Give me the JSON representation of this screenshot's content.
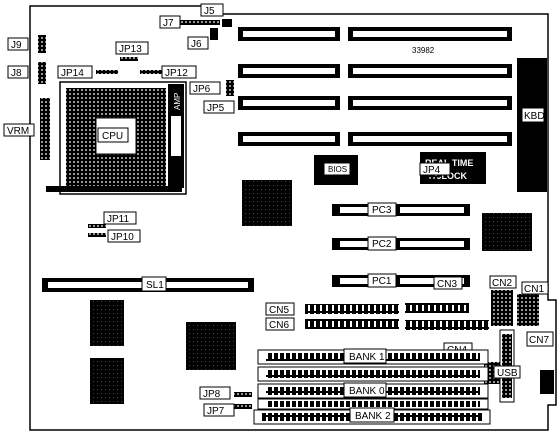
{
  "board_number": "33982",
  "labels": {
    "j5": "J5",
    "j6": "J6",
    "j7": "J7",
    "j8": "J8",
    "j9": "J9",
    "jp4": "JP4",
    "jp5": "JP5",
    "jp6": "JP6",
    "jp7": "JP7",
    "jp8": "JP8",
    "jp10": "JP10",
    "jp11": "JP11",
    "jp12": "JP12",
    "jp13": "JP13",
    "jp14": "JP14",
    "vrm": "VRM",
    "cpu": "CPU",
    "amp": "AMP",
    "kbd": "KBD",
    "bios": "BIOS",
    "rtc_line1": "REAL TIME",
    "rtc_line2": "CLOCK",
    "sl1": "SL1",
    "pc1": "PC1",
    "pc2": "PC2",
    "pc3": "PC3",
    "cn1": "CN1",
    "cn2": "CN2",
    "cn3": "CN3",
    "cn4": "CN4",
    "cn5": "CN5",
    "cn6": "CN6",
    "cn7": "CN7",
    "bank0": "BANK 0",
    "bank1": "BANK 1",
    "bank2": "BANK 2",
    "usb": "USB"
  }
}
